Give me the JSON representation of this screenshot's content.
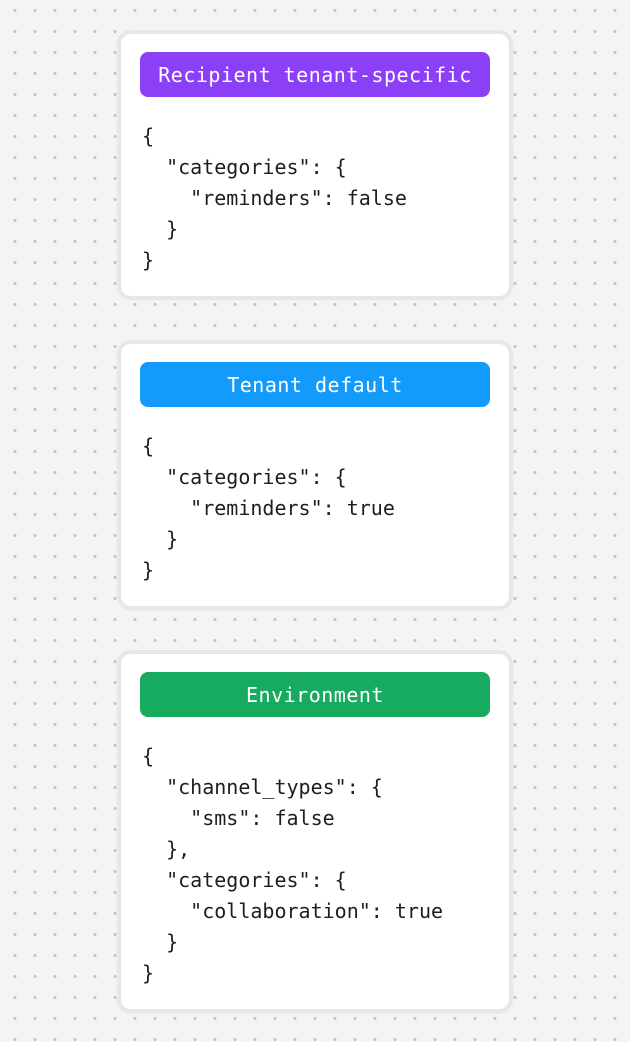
{
  "page": {
    "background_color": "#f4f4f3",
    "dot_color": "#c3c3c1"
  },
  "cards": [
    {
      "badge": {
        "label": "Recipient tenant-specific",
        "color": "#8b40f8",
        "text_color": "#ffffff"
      },
      "code": "{\n  \"categories\": {\n    \"reminders\": false\n  }\n}"
    },
    {
      "badge": {
        "label": "Tenant default",
        "color": "#149afa",
        "text_color": "#ffffff"
      },
      "code": "{\n  \"categories\": {\n    \"reminders\": true\n  }\n}"
    },
    {
      "badge": {
        "label": "Environment",
        "color": "#17ab5f",
        "text_color": "#ffffff"
      },
      "code": "{\n  \"channel_types\": {\n    \"sms\": false\n  },\n  \"categories\": {\n    \"collaboration\": true\n  }\n}"
    }
  ]
}
